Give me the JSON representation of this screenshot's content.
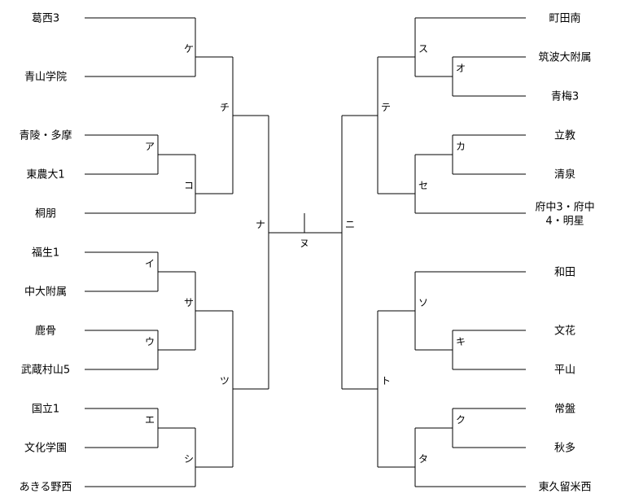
{
  "left_teams": [
    "葛西3",
    "青山学院",
    "青陵・多摩",
    "東農大1",
    "桐朋",
    "福生1",
    "中大附属",
    "鹿骨",
    "武蔵村山5",
    "国立1",
    "文化学園",
    "あきる野西"
  ],
  "right_teams": [
    "町田南",
    "筑波大附属",
    "青梅3",
    "立教",
    "清泉",
    "府中3・府中",
    "4・明星",
    "和田",
    "文花",
    "平山",
    "常盤",
    "秋多",
    "東久留米西"
  ],
  "match_labels": {
    "a": "ア",
    "i": "イ",
    "u": "ウ",
    "e": "エ",
    "o": "オ",
    "ka": "カ",
    "ki": "キ",
    "ku": "ク",
    "ke": "ケ",
    "ko": "コ",
    "sa": "サ",
    "shi": "シ",
    "su": "ス",
    "se": "セ",
    "so": "ソ",
    "ta": "タ",
    "chi": "チ",
    "tsu": "ツ",
    "te": "テ",
    "to": "ト",
    "na": "ナ",
    "ni": "ニ",
    "nu": "ヌ"
  }
}
